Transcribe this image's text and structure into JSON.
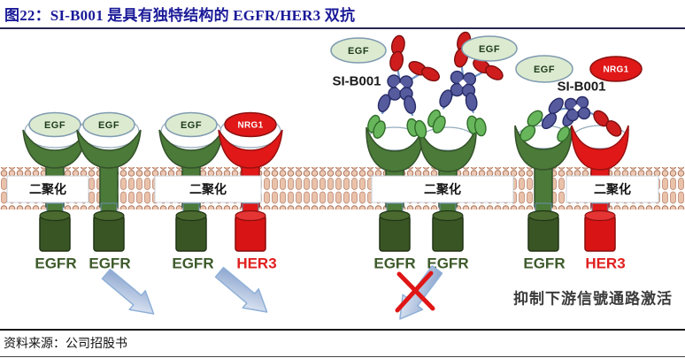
{
  "header": {
    "title": "图22：SI-B001 是具有独特结构的 EGFR/HER3 双抗"
  },
  "diagram": {
    "dimer_label": "二聚化",
    "annotation": "抑制下游信號通路激活",
    "groups": [
      {
        "ligands": [
          "EGF",
          "EGF"
        ],
        "receptors": [
          "EGFR",
          "EGFR"
        ],
        "outcome": "signal-activated"
      },
      {
        "ligands": [
          "EGF",
          "NRG1"
        ],
        "receptors": [
          "EGFR",
          "HER3"
        ],
        "outcome": "signal-activated"
      },
      {
        "antibody": "SI-B001",
        "ligands": [
          "EGF",
          "EGF"
        ],
        "receptors": [
          "EGFR",
          "EGFR"
        ],
        "outcome": "signal-blocked"
      },
      {
        "antibody": "SI-B001",
        "ligands": [
          "EGF",
          "NRG1"
        ],
        "receptors": [
          "EGFR",
          "HER3"
        ],
        "outcome": "signal-blocked"
      }
    ],
    "colors": {
      "egfr_green": "#4b7a39",
      "egfr_cytoplasmic_dark_green": "#3a5524",
      "her3_red": "#e01818",
      "egf_ligand_fill": "#dcead0",
      "membrane_tan": "#eac2aa",
      "antibody_blue": "#565b9e",
      "antibody_green": "#68b65c",
      "antibody_red": "#cf1d1d",
      "arrow_blue": "#8fa8cf",
      "title_navy": "#1a1a99"
    }
  },
  "footer": {
    "source": "资料来源：公司招股书"
  }
}
